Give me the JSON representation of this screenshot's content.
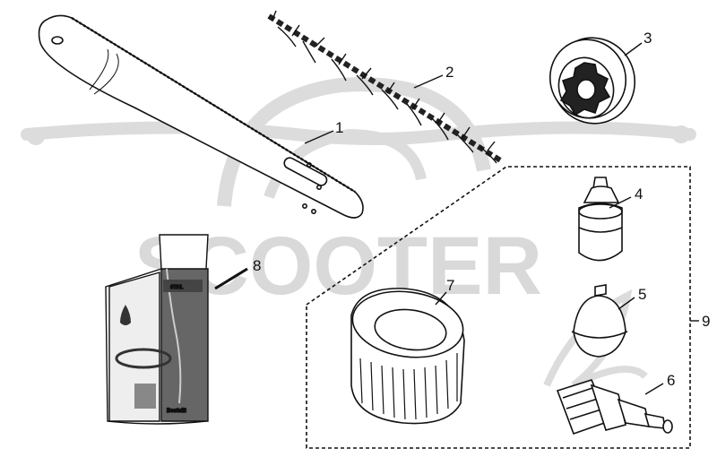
{
  "watermark": {
    "text": "SCOOTER"
  },
  "labels": [
    {
      "id": "1",
      "text": "1"
    },
    {
      "id": "2",
      "text": "2"
    },
    {
      "id": "3",
      "text": "3"
    },
    {
      "id": "4",
      "text": "4"
    },
    {
      "id": "5",
      "text": "5"
    },
    {
      "id": "6",
      "text": "6"
    },
    {
      "id": "7",
      "text": "7"
    },
    {
      "id": "8",
      "text": "8"
    },
    {
      "id": "9",
      "text": "9"
    }
  ],
  "oil_box": {
    "brand_text": "STIHL",
    "small_text": "Bestellt"
  },
  "colors": {
    "line": "#111111",
    "watermark": "#d9d9d9",
    "box_dark": "#555555"
  }
}
